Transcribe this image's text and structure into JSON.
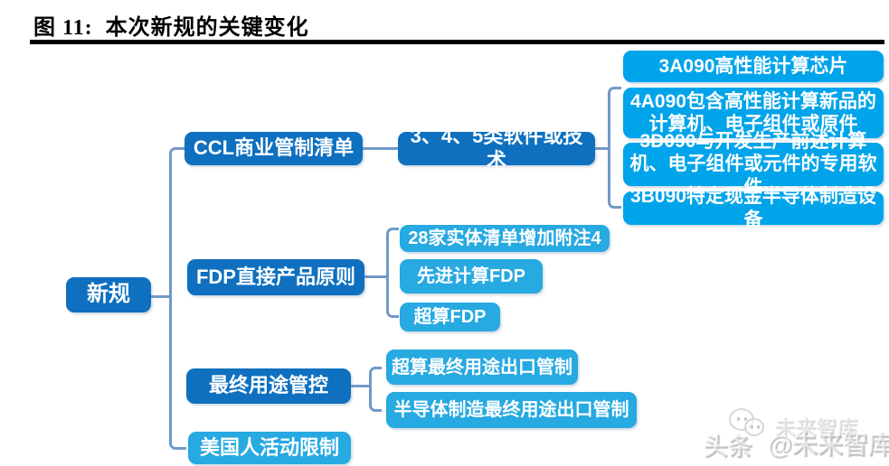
{
  "figure": {
    "title": "图 11:  本次新规的关键变化"
  },
  "colors": {
    "branch_blue": "#0E70BF",
    "leaf_cyan": "#00A4EA",
    "mid_cyan": "#27A9E1",
    "connector": "#7099C9",
    "title_black": "#000000",
    "text_white": "#FFFFFF"
  },
  "tree": {
    "root": {
      "label": "新规"
    },
    "level2": [
      {
        "id": "ccl",
        "label": "CCL商业管制清单"
      },
      {
        "id": "fdp",
        "label": "FDP直接产品原则"
      },
      {
        "id": "enduse",
        "label": "最终用途管控"
      },
      {
        "id": "usperson",
        "label": "美国人活动限制"
      }
    ],
    "ccl_child": {
      "label": "3、4、5类软件或技术"
    },
    "ccl_leaves": [
      {
        "label": "3A090高性能计算芯片"
      },
      {
        "label": "4A090包含高性能计算新品的计算机、电子组件或原件"
      },
      {
        "label": "3D090与开发生产前述计算机、电子组件或元件的专用软件"
      },
      {
        "label": "3B090特定现金半导体制造设备"
      }
    ],
    "fdp_leaves": [
      {
        "label": "28家实体清单增加附注4"
      },
      {
        "label": "先进计算FDP"
      },
      {
        "label": "超算FDP"
      }
    ],
    "enduse_leaves": [
      {
        "label": "超算最终用途出口管制"
      },
      {
        "label": "半导体制造最终用途出口管制"
      }
    ]
  },
  "watermark": {
    "prefix": "头条",
    "handle": "@未来智库",
    "ghost": "未来智库",
    "icon": "wechat-bubbles-icon"
  }
}
